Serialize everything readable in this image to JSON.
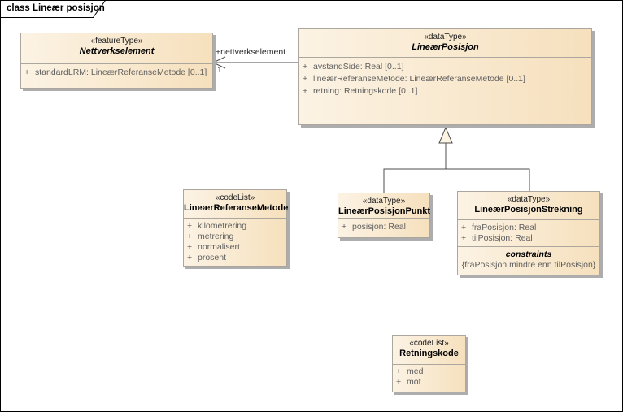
{
  "frame": {
    "title": "class Lineær posisjon"
  },
  "colors": {
    "box_fill_left": "#fcf3e4",
    "box_fill_right": "#f6e0bd",
    "box_border": "#aba69e",
    "box_shadow": "#adadad",
    "connector_line": "#4d4d4d",
    "attribute_text": "#5f5f5f",
    "title_text": "#000000",
    "background": "#ffffff"
  },
  "classes": {
    "nettverkselement": {
      "stereotype": "«featureType»",
      "name": "Nettverkselement",
      "attributes": [
        {
          "vis": "+",
          "text": "standardLRM: LineærReferanseMetode [0..1]"
        }
      ]
    },
    "linearposisjon": {
      "stereotype": "«dataType»",
      "name": "LineærPosisjon",
      "attributes": [
        {
          "vis": "+",
          "text": "avstandSide: Real [0..1]"
        },
        {
          "vis": "+",
          "text": "lineærReferanseMetode: LineærReferanseMetode [0..1]"
        },
        {
          "vis": "+",
          "text": "retning: Retningskode [0..1]"
        }
      ]
    },
    "linearreferansemetode": {
      "stereotype": "«codeList»",
      "name": "LineærReferanseMetode",
      "attributes": [
        {
          "vis": "+",
          "text": "kilometrering"
        },
        {
          "vis": "+",
          "text": "metrering"
        },
        {
          "vis": "+",
          "text": "normalisert"
        },
        {
          "vis": "+",
          "text": "prosent"
        }
      ]
    },
    "linearposisjonpunkt": {
      "stereotype": "«dataType»",
      "name": "LineærPosisjonPunkt",
      "attributes": [
        {
          "vis": "+",
          "text": "posisjon: Real"
        }
      ]
    },
    "linearposisjonstrekning": {
      "stereotype": "«dataType»",
      "name": "LineærPosisjonStrekning",
      "attributes": [
        {
          "vis": "+",
          "text": "fraPosisjon: Real"
        },
        {
          "vis": "+",
          "text": "tilPosisjon: Real"
        }
      ],
      "constraints_label": "constraints",
      "constraint": "{fraPosisjon mindre enn tilPosisjon}"
    },
    "retningskode": {
      "stereotype": "«codeList»",
      "name": "Retningskode",
      "attributes": [
        {
          "vis": "+",
          "text": "med"
        },
        {
          "vis": "+",
          "text": "mot"
        }
      ]
    }
  },
  "connectors": {
    "association": {
      "role": "+nettverkselement",
      "multiplicity": "1"
    }
  }
}
